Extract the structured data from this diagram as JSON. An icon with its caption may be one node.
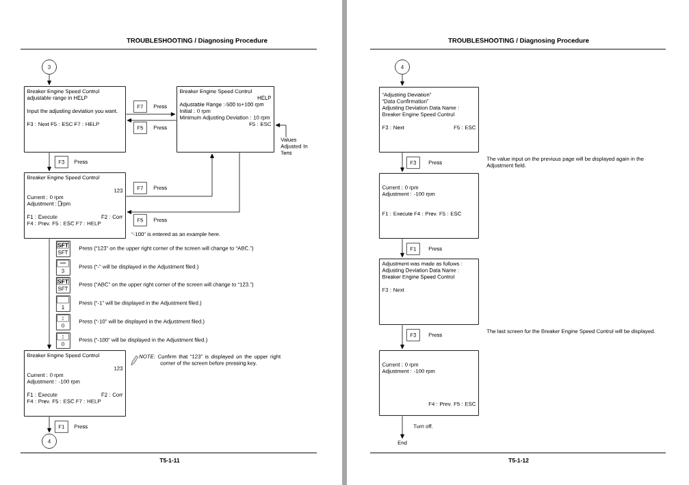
{
  "diagram": {
    "title": "TROUBLESHOOTING / Diagnosing Procedure",
    "nodes": [
      {
        "text": [
          "3"
        ]
      },
      {
        "text": [
          "Breaker Engine Speed Control",
          "adjustable range in HELP",
          "Input the adjusting deviation you want.",
          "F3 : Next   F5 : ESC   F7 : HELP"
        ]
      },
      {
        "text": [
          "F7"
        ],
        "beside": [
          "Press"
        ]
      },
      {
        "text": [
          "F5"
        ],
        "beside": [
          "Press"
        ]
      },
      {
        "text": [
          "Breaker Engine Speed Control",
          "HELP",
          "Adjustable Range :-500 to+100 rpm",
          "Initial  : 0 rpm",
          "Minimum Adjusting Deviation : 10 rpm",
          "F5 : ESC"
        ]
      },
      {
        "text": [
          "Values Adjusted In Tens"
        ]
      },
      {
        "text": [
          "F3"
        ],
        "beside": [
          "Press"
        ]
      },
      {
        "text": [
          "Breaker Engine Speed Control",
          "123",
          "Current : 0 rpm",
          "Adjustment :",
          "rpm",
          "F1 : Execute",
          "F2 : Corr",
          "F4 : Prev.  F5 : ESC  F7 : HELP"
        ]
      },
      {
        "text": [
          "F7"
        ],
        "beside": [
          "Press"
        ]
      },
      {
        "text": [
          "F5"
        ],
        "beside": [
          "Press"
        ]
      },
      {
        "text": [
          "SFT",
          "SFT"
        ],
        "beside": [
          "Press (“123” on the upper right corner of the screen will change to “ABC.”)"
        ]
      },
      {
        "text": [
          "—",
          "3"
        ],
        "beside": [
          "Press (“-” will be displayed in the Adjustment filed.)"
        ]
      },
      {
        "text": [
          "SFT",
          "SFT"
        ],
        "beside": [
          "Press (“ABC” on the upper right corner of the screen will change to “123.”)"
        ]
      },
      {
        "text": [
          "1"
        ],
        "beside": [
          "Press (“-1” will be displayed in the Adjustment filed.)"
        ]
      },
      {
        "text": [
          ":",
          "0"
        ],
        "beside": [
          "Press (“-10” will be displayed in the Adjustment filed.)"
        ]
      },
      {
        "text": [
          ":",
          "0"
        ],
        "beside": [
          "Press (“-100” will be displayed in the Adjustment filed.)"
        ]
      },
      {
        "text": [
          "Breaker Engine Speed Control",
          "123",
          "Current : 0 rpm",
          "Adjustment : -100 rpm",
          "F1 : Execute",
          "F2 : Corr",
          "F4 : Prev.  F5 : ESC  F7 : HELP"
        ]
      },
      {
        "text": [
          "F1"
        ],
        "beside": [
          "Press"
        ]
      },
      {
        "text": [
          "4"
        ]
      },
      {
        "text": [
          "4"
        ]
      },
      {
        "text": [
          "“Adjusting Deviation”",
          "“Data Confirmation”",
          "Adjusting Deviation Data Name :",
          "Breaker Engine Speed Control",
          "F3 : Next",
          "F5 : ESC"
        ]
      },
      {
        "text": [
          "F3"
        ],
        "beside": [
          "Press"
        ]
      },
      {
        "text": [
          "Current : 0 rpm",
          "Adjustment : -100 rpm",
          "F1 : Execute  F4 : Prev.  F5 : ESC"
        ]
      },
      {
        "text": [
          "F1"
        ],
        "beside": [
          "Press"
        ]
      },
      {
        "text": [
          "Adjustment was made as follows :",
          "Adjusting Deviation Data Name :",
          "Breaker Engine Speed Control",
          "F3 : Next"
        ]
      },
      {
        "text": [
          "F3"
        ],
        "beside": [
          "Press"
        ]
      },
      {
        "text": [
          "Current : 0 rpm",
          "Adjustment : -100 rpm",
          "F4 : Prev.  F5 : ESC"
        ]
      },
      {
        "text": [
          "End"
        ]
      }
    ],
    "edges": [
      {
        "from": 0,
        "to": 1,
        "arrow": "to"
      },
      {
        "from": 1,
        "to": 4,
        "arrow": "to"
      },
      {
        "from": 4,
        "to": 1,
        "arrow": "to"
      },
      {
        "from": 1,
        "to": 7,
        "arrow": "to"
      },
      {
        "from": 7,
        "to": 4,
        "arrow": "to"
      },
      {
        "from": 4,
        "to": 7,
        "arrow": "to"
      },
      {
        "from": 5,
        "to": 4,
        "arrow": "to"
      },
      {
        "from": 7,
        "to": 16,
        "arrow": "to"
      },
      {
        "from": 16,
        "to": 18,
        "arrow": "to"
      },
      {
        "from": 19,
        "to": 20,
        "arrow": "to"
      },
      {
        "from": 20,
        "to": 22,
        "arrow": "to"
      },
      {
        "from": 22,
        "to": 24,
        "arrow": "to"
      },
      {
        "from": 24,
        "to": 26,
        "arrow": "to"
      },
      {
        "from": 26,
        "to": 27,
        "arrow": "to",
        "label": "Turn off."
      }
    ],
    "labels": [
      "TROUBLESHOOTING / Diagnosing Procedure",
      "“-100” is entered as an example here.",
      "*NOTE:* Confirm that “123” is displayed on the upper right corner of the screen before pressing  key.",
      "T5-1-11",
      "The value input on the previous page will be displayed again in the Adjustment field.",
      "The last screen for the Breaker Engine Speed Control will be displayed.",
      "T5-1-12"
    ]
  }
}
